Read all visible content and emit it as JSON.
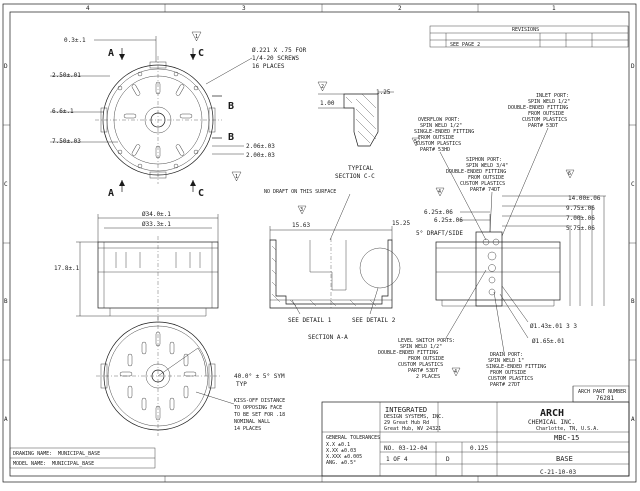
{
  "frame": {
    "zone_cols_top": [
      "4",
      "3",
      "2",
      "1"
    ],
    "zone_rows_left": [
      "D",
      "C",
      "B",
      "A"
    ],
    "zone_rows_right": [
      "D",
      "C",
      "B",
      "A"
    ]
  },
  "revisions": {
    "title": "REVISIONS",
    "row_text": "SEE PAGE 2"
  },
  "top_view": {
    "dim_top": "0.3±.1",
    "dim_left_1": "2.50±.01",
    "dim_left_2": "6.6±.1",
    "dim_left_3": "7.50±.03",
    "dim_right_1": "2.06±.03",
    "dim_right_2": "2.00±.03",
    "hole_note_1": "Ø.221 X .75 FOR",
    "hole_note_2": "1/4-20 SCREWS",
    "hole_note_3": "16 PLACES",
    "section_a": "A",
    "section_b": "B",
    "section_c": "C",
    "tag_1": "1",
    "tag_2": "2"
  },
  "section_cc": {
    "tag": "2",
    "dim_1": "1.25",
    "dim_2": "1.00",
    "title_1": "TYPICAL",
    "title_2": "SECTION C-C"
  },
  "right_notes": {
    "overflow": [
      "OVERFLOW PORT:",
      "SPIN WELD 1/2\"",
      "SINGLE-ENDED FITTING",
      "FROM OUTSIDE",
      "CUSTOM PLASTICS",
      "PART# 53HD"
    ],
    "inlet": [
      "INLET PORT:",
      "SPIN WELD 1/2\"",
      "DOUBLE-ENDED FITTING",
      "FROM OUTSIDE",
      "CUSTOM PLASTICS",
      "PART# 53DT"
    ],
    "siphon": [
      "SIPHON PORT:",
      "SPIN WELD 3/4\"",
      "DOUBLE-ENDED FITTING",
      "FROM OUTSIDE",
      "CUSTOM PLASTICS",
      "PART# 74DT"
    ],
    "level": [
      "LEVEL SWITCH PORTS:",
      "SPIN WELD 1/2\"",
      "DOUBLE-ENDED FITTING",
      "FROM OUTSIDE",
      "CUSTOM PLASTICS",
      "PART# 53DT",
      "2 PLACES"
    ],
    "drain": [
      "DRAIN PORT:",
      "SPIN WELD 1\"",
      "SINGLE-ENDED FITTING",
      "FROM OUTSIDE",
      "CUSTOM PLASTICS",
      "PART# 27DT"
    ],
    "tag_5": "5",
    "tag_4": "4",
    "tag_3": "3",
    "tag_6": "6"
  },
  "side_view": {
    "dim_od": "Ø34.0±.1",
    "dim_id": "Ø33.3±.1",
    "dim_height": "17.8±.1"
  },
  "section_aa": {
    "no_draft": "NO DRAFT ON THIS SURFACE",
    "dim_1": "15.63",
    "dim_2": "15.25",
    "draft": "5° DRAFT/SIDE",
    "detail_1": "SEE DETAIL 1",
    "detail_2": "SEE DETAIL 2",
    "title": "SECTION A-A",
    "tag": "3"
  },
  "port_view": {
    "dim_1": "6.25±.06",
    "dim_2": "6.25±.06",
    "dim_3": "14.00±.06",
    "dim_4": "9.75±.06",
    "dim_5": "7.00±.06",
    "dim_6": "5.75±.06",
    "dia_1": "Ø1.43±.01  3 3",
    "dia_2": "Ø1.65±.01"
  },
  "bottom_view": {
    "angle": "40.0° ± 5° SYM",
    "typ": "TYP",
    "kiss_note": [
      "KISS-OFF DISTANCE",
      "TO OPPOSING FACE",
      "TO BE SET FOR .18",
      "NOMINAL WALL",
      "14 PLACES"
    ]
  },
  "title_block": {
    "drawing_name_label": "DRAWING NAME:",
    "drawing_name": "MUNICIPAL_BASE",
    "model_name_label": "MODEL NAME:",
    "model_name": "MUNICIPAL_BASE",
    "company_1": "INTEGRATED",
    "company_2": "DESIGN SYSTEMS, INC.",
    "company_addr_1": "29 Great Hub Rd",
    "company_addr_2": "Great Hub, WV 24321",
    "client": "ARCH",
    "client_2": "CHEMICAL INC.",
    "client_3": "Charlotte, TN, U.S.A.",
    "part_no_label": "ARCH PART NUMBER",
    "part_no": "76281",
    "general_tol": "GENERAL TOLERANCES",
    "tol_lines": [
      "X.X  ±0.1",
      "X.XX ±0.03",
      "X.XXX ±0.005",
      "ANG. ±0.5°"
    ],
    "dwg_no": "NO. 03-12-04",
    "scale": "0.125",
    "sheet": "1 OF 4",
    "size": "D",
    "title": "MBC-15",
    "desc": "BASE",
    "date": "C-21-10-03"
  }
}
